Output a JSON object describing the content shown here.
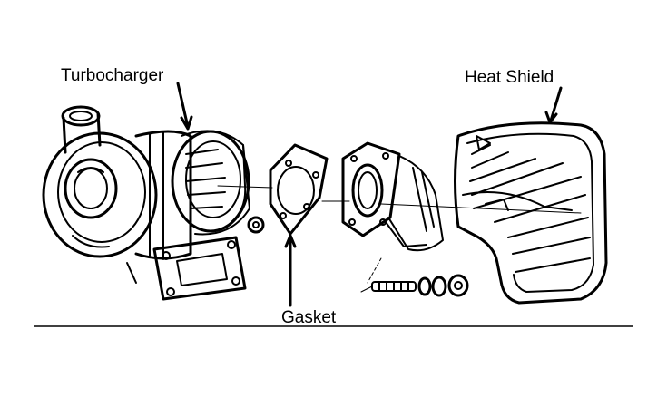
{
  "labels": {
    "turbocharger": "Turbocharger",
    "heat_shield": "Heat Shield",
    "gasket": "Gasket"
  },
  "colors": {
    "ink": "#000000",
    "paper": "#ffffff"
  }
}
